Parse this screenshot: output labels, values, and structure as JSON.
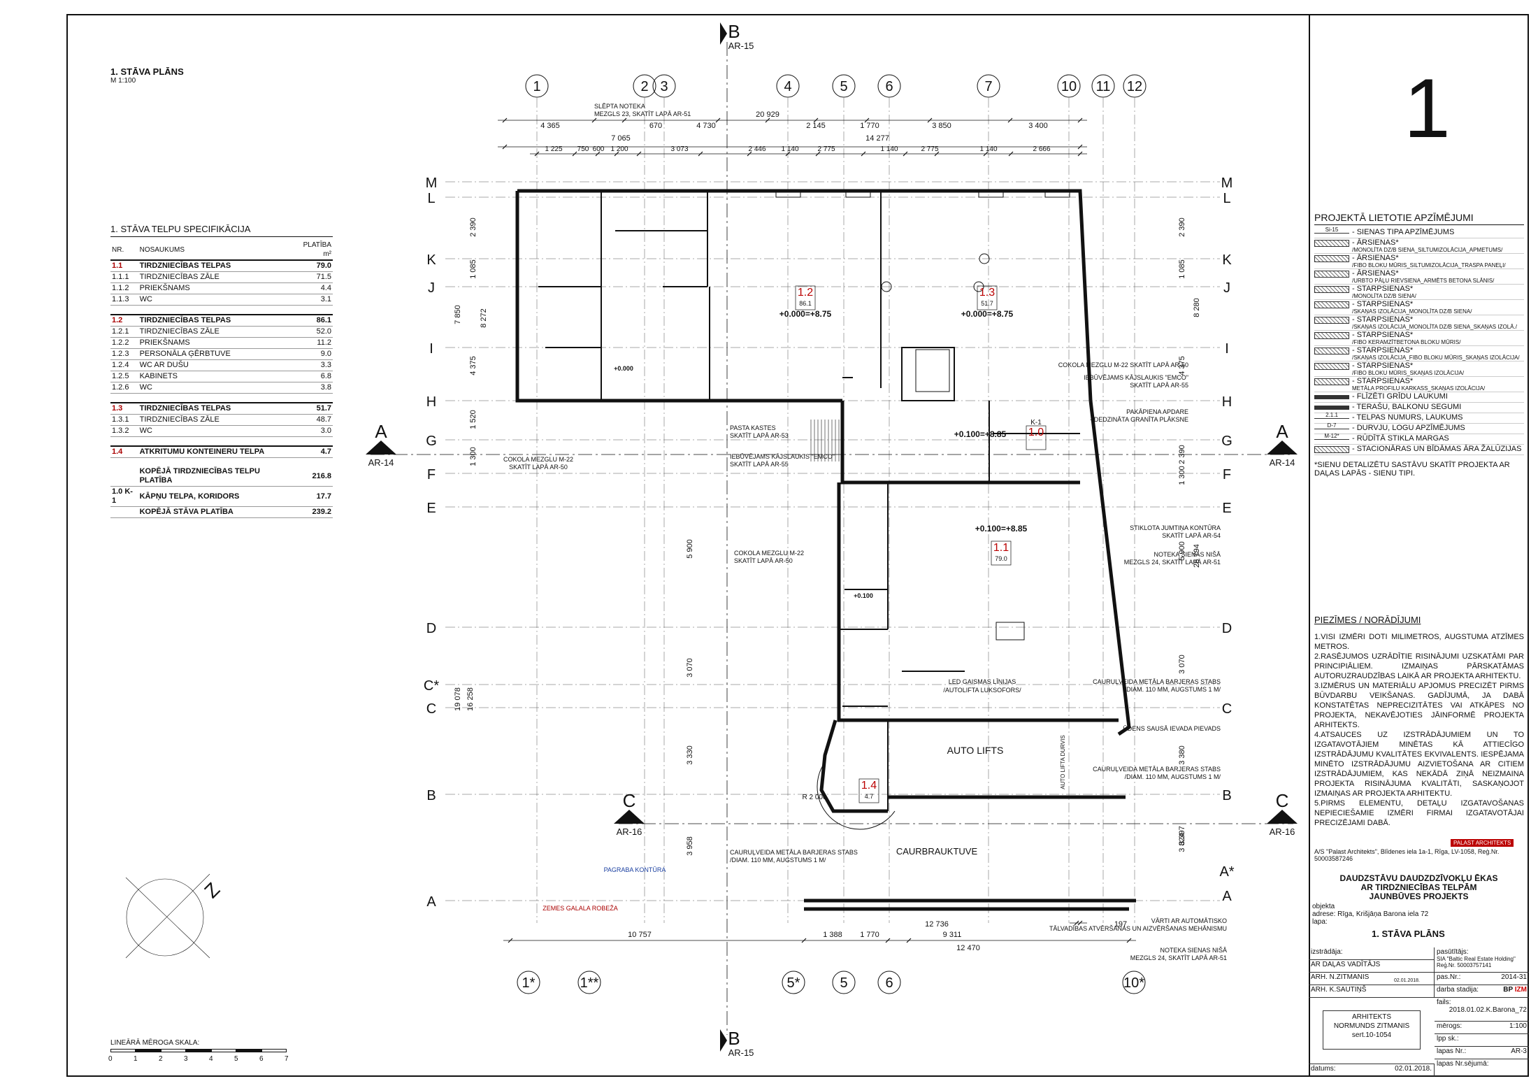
{
  "plan": {
    "title": "1. STĀVA PLĀNS",
    "scale": "M 1:100",
    "axes_top": [
      "1",
      "2",
      "3",
      "4",
      "5",
      "6",
      "7",
      "10",
      "11",
      "12"
    ],
    "axes_bottom": [
      "1*",
      "1**",
      "5*",
      "5",
      "6",
      "10*"
    ],
    "axes_left": [
      "M",
      "L",
      "K",
      "J",
      "I",
      "H",
      "G",
      "F",
      "E",
      "D",
      "C*",
      "C",
      "B",
      "A"
    ],
    "axes_right": [
      "M",
      "L",
      "K",
      "J",
      "I",
      "H",
      "G",
      "F",
      "E",
      "D",
      "C",
      "B",
      "A*",
      "A"
    ],
    "sections": {
      "b_label": "B",
      "b_ref": "AR-15",
      "a_label": "A",
      "a_ref": "AR-14",
      "c_label": "C",
      "c_ref": "AR-16"
    },
    "top_dims": [
      "4 365",
      "670",
      "4 730",
      "20 929",
      "2 145",
      "1 770",
      "3 850",
      "3 400"
    ],
    "top_dims_2": [
      "7 065",
      "14 277"
    ],
    "top_dims_3": [
      "1 225",
      "750",
      "600",
      "1 200",
      "3 073",
      "2 446",
      "1 140",
      "2 775",
      "1 140",
      "2 775",
      "1 140",
      "2 666"
    ],
    "bottom_dims": [
      "10 757",
      "1 388",
      "1 770",
      "9 311",
      "12 736",
      "12 470",
      "197"
    ],
    "left_dims": [
      "2 390",
      "1 085",
      "7 850",
      "8 272",
      "4 375",
      "1 520",
      "1 300",
      "19 078",
      "16 258",
      "5 900",
      "3 070",
      "3 330",
      "3 958"
    ],
    "right_dims": [
      "2 390",
      "1 085",
      "8 280",
      "4 375",
      "2 390",
      "1 300",
      "5 900",
      "26 794",
      "3 070",
      "3 380",
      "3 397",
      "3 824"
    ],
    "rooms": [
      {
        "id": "1.2",
        "area": "86.1",
        "level": "+0.000=+8.75"
      },
      {
        "id": "1.3",
        "area": "51.7",
        "level": "+0.000=+8.75"
      },
      {
        "id": "1.1",
        "area": "79.0",
        "level": "+0.100=+8.85"
      },
      {
        "id": "1.0",
        "code": "K-1",
        "level": "+0.100=+8.85"
      },
      {
        "id": "1.4",
        "area": "4.7"
      }
    ],
    "labels": {
      "auto_lifts": "AUTO LIFTS",
      "caurbrauktuve": "CAURBRAUKTUVE",
      "zero_level": "+0.000",
      "plus_level": "+0.100",
      "pagraba": "PAGRABA KONTŪRA",
      "zemes": "ZEMES GALALA ROBEŽA",
      "north": "Z",
      "r2000": "R 2 000",
      "led": "LED GAISMAS LĪNIJAS",
      "led2": "/AUTOLIFTA LUKSOFORS/",
      "auto_lifta_durvis": "AUTO LIFTA DURVIS"
    },
    "callouts": [
      {
        "l1": "SLĒPTA NOTEKA",
        "l2": "MEZGLS 23, SKATĪT LAPĀ AR-51"
      },
      {
        "l1": "COKOLA MEZGLU M-22 SKATĪT LAPĀ AR-50",
        "l2": ""
      },
      {
        "l1": "IEBŪVĒJAMS KĀJSLAUKIS \"EMCO\"",
        "l2": "SKATĪT LAPĀ AR-55"
      },
      {
        "l1": "PAKĀPIENA APDARE",
        "l2": "- DEDZINĀTA GRANĪTA PLĀKSNE"
      },
      {
        "l1": "PASTA KASTES",
        "l2": "SKATĪT LAPĀ AR-53"
      },
      {
        "l1": "IEBŪVĒJAMS KĀJSLAUKIS \"EMCO\"",
        "l2": "SKATĪT LAPĀ AR-55"
      },
      {
        "l1": "COKOLA MEZGLU M-22",
        "l2": "SKATĪT LAPĀ AR-50"
      },
      {
        "l1": "STIKLOTA JUMTIŅA KONTŪRA",
        "l2": "SKATĪT LAPĀ AR-54"
      },
      {
        "l1": "NOTEKA SIENAS NIŠĀ",
        "l2": "MEZGLS 24, SKATĪT LAPĀ AR-51"
      },
      {
        "l1": "COKOLA MEZGLU M-22",
        "l2": "SKATĪT LAPĀ AR-50"
      },
      {
        "l1": "CAURUĻVEIDA METĀLA BARJERAS STABS",
        "l2": "/DIAM. 110 MM, AUGSTUMS 1 M/"
      },
      {
        "l1": "ŪDENS SAUSĀ IEVADA PIEVADS",
        "l2": ""
      },
      {
        "l1": "CAURUĻVEIDA METĀLA BARJERAS STABS",
        "l2": "/DIAM. 110 MM, AUGSTUMS 1 M/"
      },
      {
        "l1": "CAURUĻVEIDA METĀLA BARJERAS STABS",
        "l2": "/DIAM. 110 MM, AUGSTUMS 1 M/"
      },
      {
        "l1": "VĀRTI AR AUTOMĀTISKO",
        "l2": "TĀLVADĪBAS ATVĒRŠANAS UN AIZVĒRŠANAS MEHĀNISMU"
      },
      {
        "l1": "NOTEKA SIENAS NIŠĀ",
        "l2": "MEZGLS 24, SKATĪT LAPĀ AR-51"
      }
    ],
    "scale_bar": {
      "label": "LINEĀRĀ MĒROGA SKALA:",
      "ticks": [
        "0",
        "1",
        "2",
        "3",
        "4",
        "5",
        "6",
        "7"
      ]
    }
  },
  "spec": {
    "title": "1. STĀVA TELPU SPECIFIKĀCIJA",
    "headers": [
      "NR.",
      "NOSAUKUMS",
      "PLATĪBA m²"
    ],
    "groups": [
      {
        "no": "1.1",
        "name": "TIRDZNIECĪBAS TELPAS",
        "area": "79.0",
        "rows": [
          [
            "1.1.1",
            "TIRDZNIECĪBAS ZĀLE",
            "71.5"
          ],
          [
            "1.1.2",
            "PRIEKŠNAMS",
            "4.4"
          ],
          [
            "1.1.3",
            "WC",
            "3.1"
          ]
        ]
      },
      {
        "no": "1.2",
        "name": "TIRDZNIECĪBAS TELPAS",
        "area": "86.1",
        "rows": [
          [
            "1.2.1",
            "TIRDZNIECĪBAS ZĀLE",
            "52.0"
          ],
          [
            "1.2.2",
            "PRIEKŠNAMS",
            "11.2"
          ],
          [
            "1.2.3",
            "PERSONĀLA ĢĒRBTUVE",
            "9.0"
          ],
          [
            "1.2.4",
            "WC AR DUŠU",
            "3.3"
          ],
          [
            "1.2.5",
            "KABINETS",
            "6.8"
          ],
          [
            "1.2.6",
            "WC",
            "3.8"
          ]
        ]
      },
      {
        "no": "1.3",
        "name": "TIRDZNIECĪBAS TELPAS",
        "area": "51.7",
        "rows": [
          [
            "1.3.1",
            "TIRDZNIECĪBAS ZĀLE",
            "48.7"
          ],
          [
            "1.3.2",
            "WC",
            "3.0"
          ]
        ]
      },
      {
        "no": "1.4",
        "name": "ATKRITUMU KONTEINERU TELPA",
        "area": "4.7",
        "rows": []
      }
    ],
    "totals": [
      [
        "",
        "KOPĒJĀ TIRDZNIECĪBAS TELPU PLATĪBA",
        "216.8"
      ],
      [
        "1.0  K-1",
        "KĀPŅU TELPA, KORIDORS",
        "17.7"
      ],
      [
        "",
        "KOPĒJĀ STĀVA PLATĪBA",
        "239.2"
      ]
    ]
  },
  "sheet_no": "1",
  "legend": {
    "title": "PROJEKTĀ LIETOTIE APZĪMĒJUMI",
    "items": [
      {
        "sym": "Si-15",
        "t": "- SIENAS TIPA APZĪMĒJUMS",
        "s": ""
      },
      {
        "sym": "",
        "t": "- ĀRSIENAS*",
        "s": "/MONOLĪTA DZ/B SIENA_SILTUMIZOLĀCIJA_APMETUMS/"
      },
      {
        "sym": "",
        "t": "- ĀRSIENAS*",
        "s": "/FIBO BLOKU MŪRIS_SILTUMIZOLĀCIJA_TRASPA PANEĻI/"
      },
      {
        "sym": "",
        "t": "- ĀRSIENAS*",
        "s": "/URBTO PĀĻU RIEVSIENA_ARMĒTS BETONA SLĀNIS/"
      },
      {
        "sym": "",
        "t": "- STARPSIENAS*",
        "s": "/MONOLĪTA DZ/B SIENA/"
      },
      {
        "sym": "",
        "t": "- STARPSIENAS*",
        "s": "/SKAŅAS IZOLĀCIJA_MONOLĪTA DZ/B SIENA/"
      },
      {
        "sym": "",
        "t": "- STARPSIENAS*",
        "s": "/SKAŅAS IZOLĀCIJA_MONOLĪTA DZ/B SIENA_SKAŅAS IZOLĀ./"
      },
      {
        "sym": "",
        "t": "- STARPSIENAS*",
        "s": "/FIBO KERAMZĪTBETONA BLOKU MŪRIS/"
      },
      {
        "sym": "",
        "t": "- STARPSIENAS*",
        "s": "/SKAŅAS IZOLĀCIJA_FIBO BLOKU MŪRIS_SKAŅAS IZOLĀCIJA/"
      },
      {
        "sym": "",
        "t": "- STARPSIENAS*",
        "s": "/FIBO BLOKU MŪRIS_SKAŅAS IZOLĀCIJA/"
      },
      {
        "sym": "",
        "t": "- STARPSIENAS*",
        "s": "METĀLA PROFILU KARKASS_SKAŅAS IZOLĀCIJA/"
      },
      {
        "sym": "",
        "t": "- FLĪZĒTI GRĪDU LAUKUMI",
        "s": ""
      },
      {
        "sym": "",
        "t": "- TERAŠU, BALKONU SEGUMI",
        "s": ""
      },
      {
        "sym": "2.1.1",
        "t": "- TELPAS NUMURS, LAUKUMS",
        "s": ""
      },
      {
        "sym": "D-7",
        "t": "- DURVJU, LOGU APZĪMĒJUMS",
        "s": ""
      },
      {
        "sym": "M-12*",
        "t": "- RŪDĪTĀ STIKLA MARGAS",
        "s": ""
      },
      {
        "sym": "",
        "t": "- STACIONĀRAS UN BĪDĀMAS ĀRA ŽALŪZIJAS",
        "s": ""
      }
    ],
    "note": "*SIENU DETALIZĒTU SASTĀVU SKATĪT PROJEKTA AR DAĻAS LAPĀS - SIENU TIPI."
  },
  "notes": {
    "title": "PIEZĪMES / NORĀDĪJUMI",
    "items": [
      "1.VISI IZMĒRI DOTI MILIMETROS, AUGSTUMA ATZĪMES METROS.",
      "2.RASĒJUMOS UZRĀDĪTIE RISINĀJUMI UZSKATĀMI PAR PRINCIPIĀLIEM. IZMAIŅAS PĀRSKATĀMAS AUTORUZRAUDZĪBAS LAIKĀ AR PROJEKTA ARHITEKTU.",
      "3.IZMĒRUS UN MATERIĀLU APJOMUS PRECIZĒT PIRMS BŪVDARBU VEIKŠANAS. GADĪJUMĀ, JA DABĀ KONSTATĒTAS NEPRECIZITĀTES VAI ATKĀPES NO PROJEKTA, NEKAVĒJOTIES JĀINFORMĒ PROJEKTA ARHITEKTS.",
      "4.ATSAUCES UZ IZSTRĀDĀJUMIEM UN TO IZGATAVOTĀJIEM MINĒTAS KĀ ATTIECĪGO IZSTRĀDĀJUMU KVALITĀTES EKVIVALENTS. IESPĒJAMA MINĒTO IZSTRĀDĀJUMU AIZVIETOŠANA AR CITIEM IZSTRĀDĀJUMIEM, KAS NEKĀDĀ ZIŅĀ NEIZMAINA PROJEKTA RISINĀJUMA KVALITĀTI, SASKAŅOJOT IZMAIŅAS AR PROJEKTA ARHITEKTU.",
      "5.PIRMS ELEMENTU, DETAĻU IZGATAVOŠANAS NEPIECIEŠAMIE IZMĒRI FIRMAI IZGATAVOTĀJAI PRECIZĒJAMI DABĀ."
    ]
  },
  "firm": {
    "badge": "PALAST ARCHITEKTS",
    "line": "A/S \"Palast Architekts\", Blīdenes iela 1a-1, Rīga, LV-1058, Reģ.Nr. 50003587246"
  },
  "project": {
    "l1": "DAUDZSTĀVU DAUDZDZĪVOKĻU ĒKAS",
    "l2": "AR TIRDZNIECĪBAS TELPĀM",
    "l3": "JAUNBŪVES PROJEKTS",
    "obj_label": "objekta",
    "addr_label": "adrese:",
    "addr": "Rīga, Krišjāņa Barona iela 72",
    "sheet_label": "lapa:",
    "sheet_title": "1. STĀVA PLĀNS"
  },
  "titleblock": {
    "izstradaja": "izstrādāja:",
    "pasutitajs": "pasūtītājs:",
    "client": "SIA \"Baltic Real Estate Holding\" Reģ.Nr. 50003757141",
    "ar_label": "AR DAĻAS VADĪTĀJS",
    "ar_name": "ARH. N.ZITMANIS",
    "arh_name": "ARH. K.SAUTIŅŠ",
    "date_small": "02.01.2018.",
    "pas_nr_label": "pas.Nr.:",
    "pas_nr": "2014-31",
    "stadija_label": "darba stadija:",
    "stadija_bp": "BP",
    "stadija_izm": "IZM",
    "fails_label": "fails:",
    "fails": "2018.01.02.K.Barona_72",
    "arhitekts": "ARHITEKTS",
    "arh_full": "NORMUNDS ZITMANIS",
    "sert": "sert.10-1054",
    "merogs_label": "mērogs:",
    "merogs": "1:100",
    "lpp_label": "lpp sk.:",
    "lapas_label": "lapas Nr.:",
    "lapas": "AR-3",
    "sejuma_label": "lapas Nr.sējumā:",
    "datums_label": "datums:",
    "datums": "02.01.2018."
  }
}
